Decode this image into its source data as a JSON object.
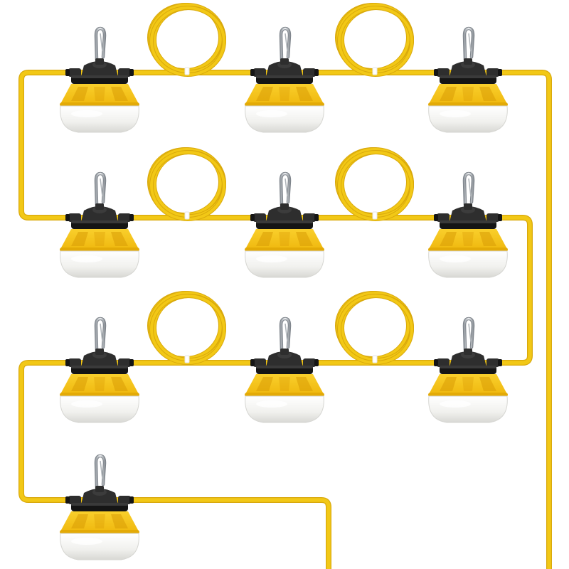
{
  "product": {
    "subject": "string-light",
    "lamp_count": 10,
    "cord_loop_count": 6
  },
  "colors": {
    "background": "#ffffff",
    "cord": "#f2c816",
    "cord_edge": "#d9a90c",
    "shade": "#f5c21a",
    "shade_shadow": "#d99c06",
    "socket": "#2e2e2e",
    "socket_dark": "#151515",
    "hook": "#c9cdd2",
    "diffuser": "#f2f2ef",
    "diffuser_shadow": "#d6d6d2"
  },
  "icons": {
    "lamp": "work-light-icon",
    "hook": "carabiner-hook-icon",
    "cord_loop": "coiled-cord-icon"
  }
}
